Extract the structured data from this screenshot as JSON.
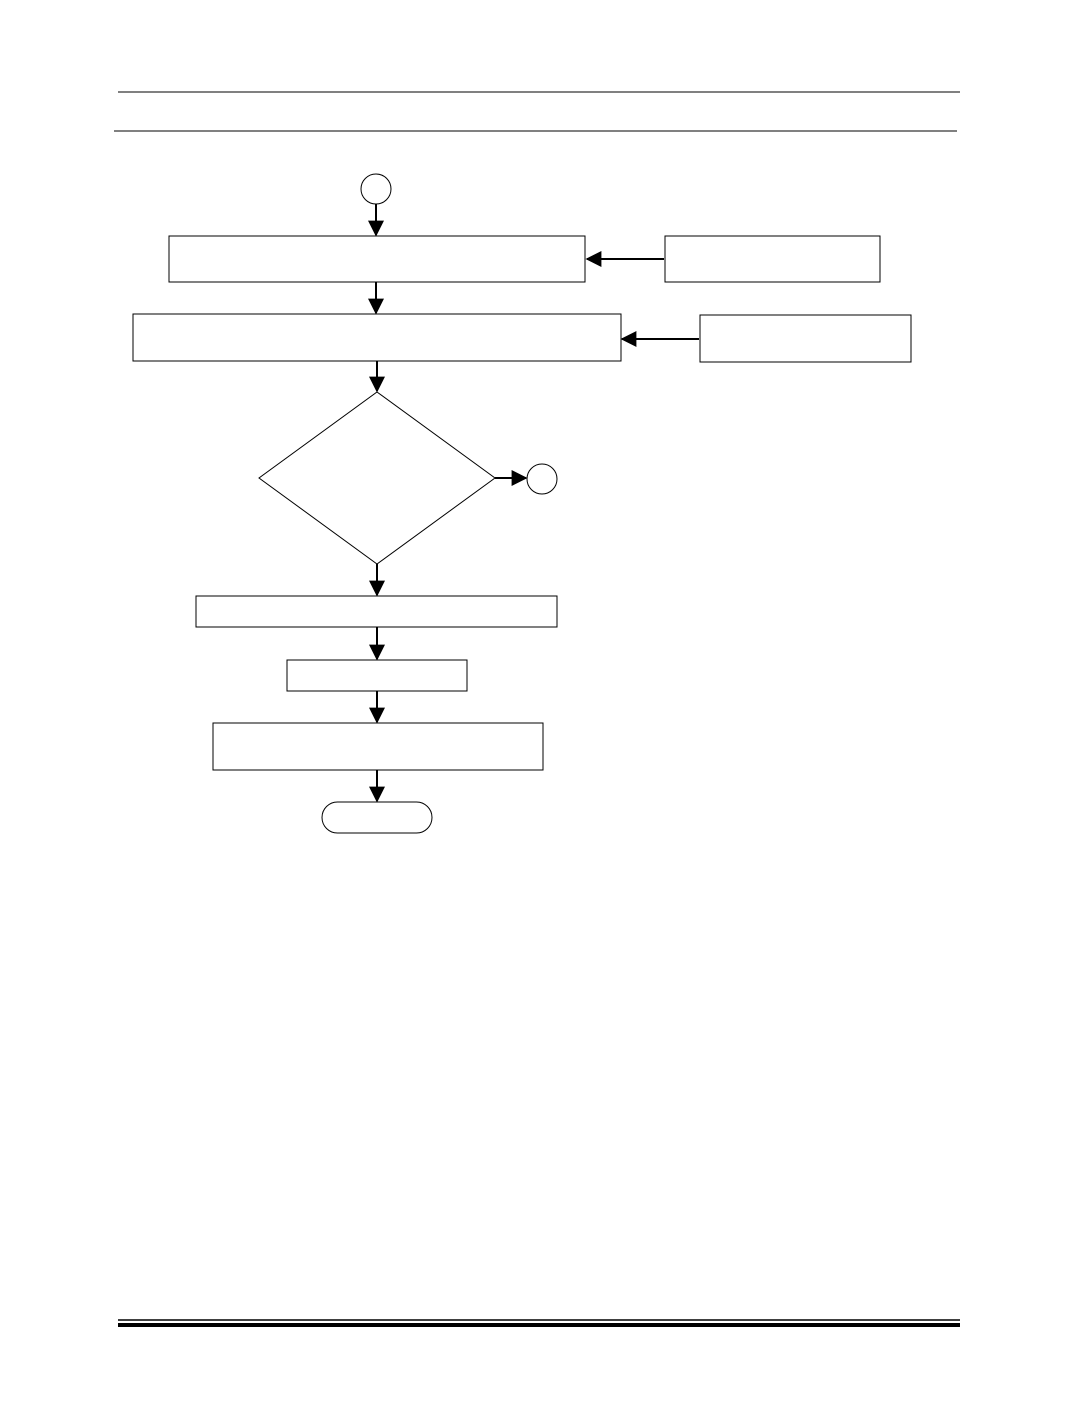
{
  "diagram": {
    "nodes": [
      {
        "id": "connector-start",
        "shape": "circle",
        "label": ""
      },
      {
        "id": "process-1",
        "shape": "rect",
        "label": ""
      },
      {
        "id": "input-1",
        "shape": "rect",
        "label": ""
      },
      {
        "id": "process-2",
        "shape": "rect",
        "label": ""
      },
      {
        "id": "input-2",
        "shape": "rect",
        "label": ""
      },
      {
        "id": "decision-1",
        "shape": "diamond",
        "label": ""
      },
      {
        "id": "connector-branch",
        "shape": "circle",
        "label": ""
      },
      {
        "id": "process-3",
        "shape": "rect",
        "label": ""
      },
      {
        "id": "process-4",
        "shape": "rect",
        "label": ""
      },
      {
        "id": "process-5",
        "shape": "rect",
        "label": ""
      },
      {
        "id": "terminator-end",
        "shape": "terminator",
        "label": ""
      }
    ],
    "edges": [
      {
        "from": "connector-start",
        "to": "process-1"
      },
      {
        "from": "input-1",
        "to": "process-1"
      },
      {
        "from": "process-1",
        "to": "process-2"
      },
      {
        "from": "input-2",
        "to": "process-2"
      },
      {
        "from": "process-2",
        "to": "decision-1"
      },
      {
        "from": "decision-1",
        "to": "connector-branch"
      },
      {
        "from": "decision-1",
        "to": "process-3"
      },
      {
        "from": "process-3",
        "to": "process-4"
      },
      {
        "from": "process-4",
        "to": "process-5"
      },
      {
        "from": "process-5",
        "to": "terminator-end"
      }
    ]
  },
  "colors": {
    "stroke": "#000000",
    "fill": "#ffffff",
    "background": "#ffffff"
  }
}
